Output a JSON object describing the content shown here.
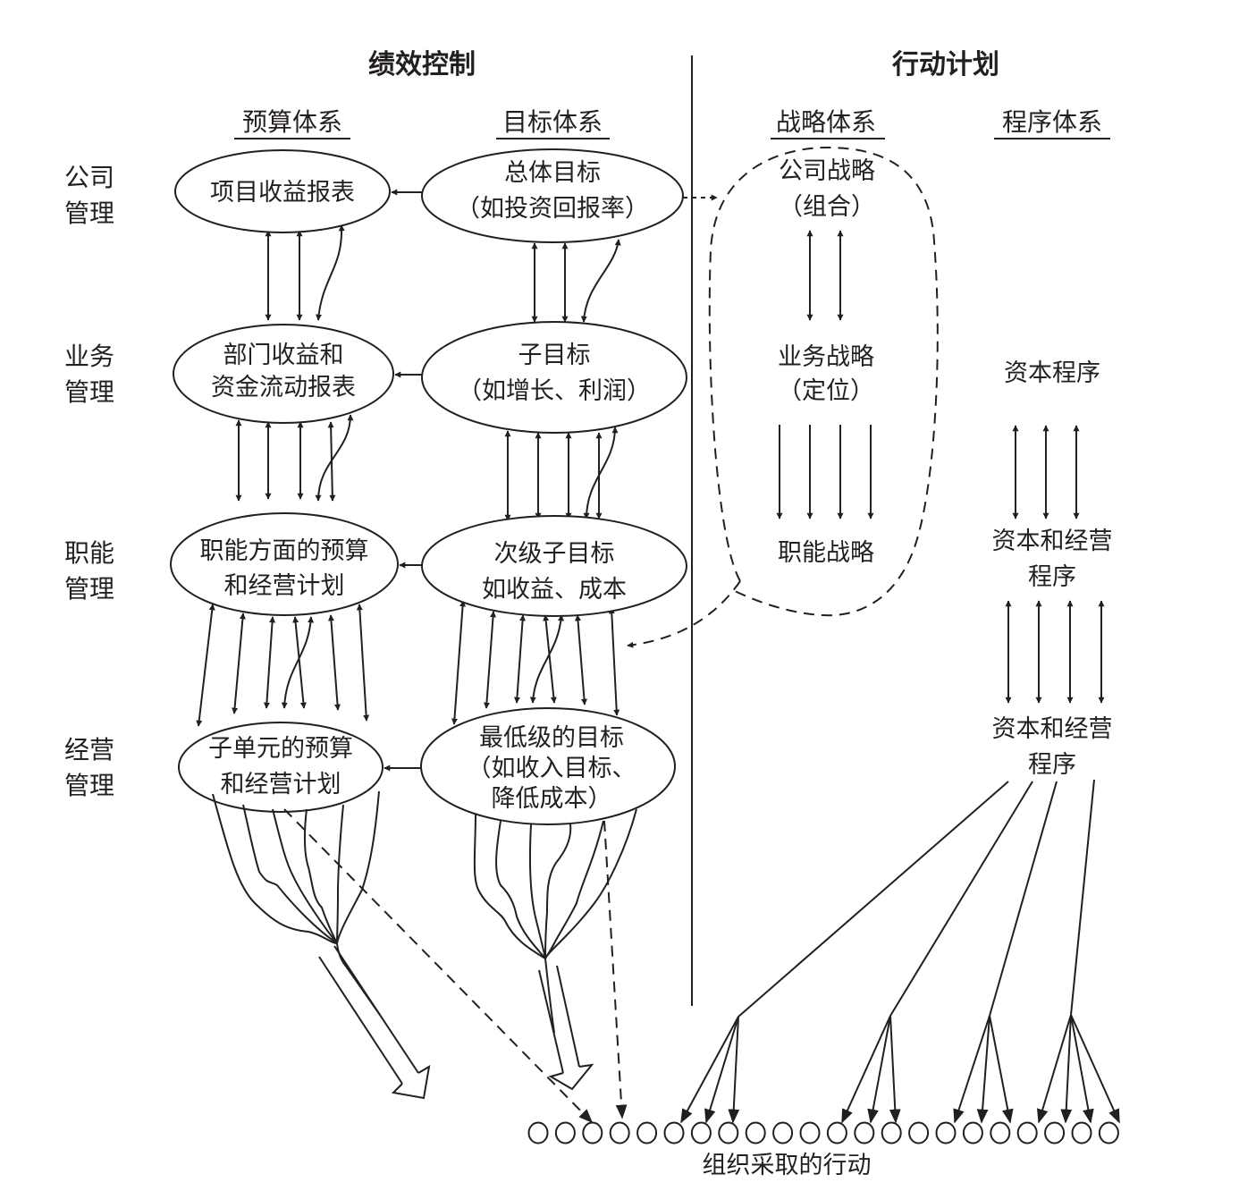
{
  "sections": {
    "performance_control": "绩效控制",
    "action_planning": "行动计划"
  },
  "columns": {
    "budget_system": "预算体系",
    "goal_system": "目标体系",
    "strategy_system": "战略体系",
    "program_system": "程序体系"
  },
  "levels": [
    {
      "line1": "公司",
      "line2": "管理"
    },
    {
      "line1": "业务",
      "line2": "管理"
    },
    {
      "line1": "职能",
      "line2": "管理"
    },
    {
      "line1": "经营",
      "line2": "管理"
    }
  ],
  "budget_nodes": [
    {
      "lines": [
        "项目收益报表"
      ]
    },
    {
      "lines": [
        "部门收益和",
        "资金流动报表"
      ]
    },
    {
      "lines": [
        "职能方面的预算",
        "和经营计划"
      ]
    },
    {
      "lines": [
        "子单元的预算",
        "和经营计划"
      ]
    }
  ],
  "goal_nodes": [
    {
      "lines": [
        "总体目标",
        "（如投资回报率）"
      ]
    },
    {
      "lines": [
        "子目标",
        "（如增长、利润）"
      ]
    },
    {
      "lines": [
        "次级子目标",
        "如收益、成本"
      ]
    },
    {
      "lines": [
        "最低级的目标",
        "（如收入目标、",
        "降低成本）"
      ]
    }
  ],
  "strategy_nodes": [
    {
      "lines": [
        "公司战略",
        "（组合）"
      ]
    },
    {
      "lines": [
        "业务战略",
        "（定位）"
      ]
    },
    {
      "lines": [
        "职能战略"
      ]
    }
  ],
  "program_nodes": [
    {
      "lines": [
        "资本程序"
      ]
    },
    {
      "lines": [
        "资本和经营",
        "程序"
      ]
    },
    {
      "lines": [
        "资本和经营",
        "程序"
      ]
    }
  ],
  "actions": {
    "label": "组织采取的行动",
    "count": 22
  }
}
